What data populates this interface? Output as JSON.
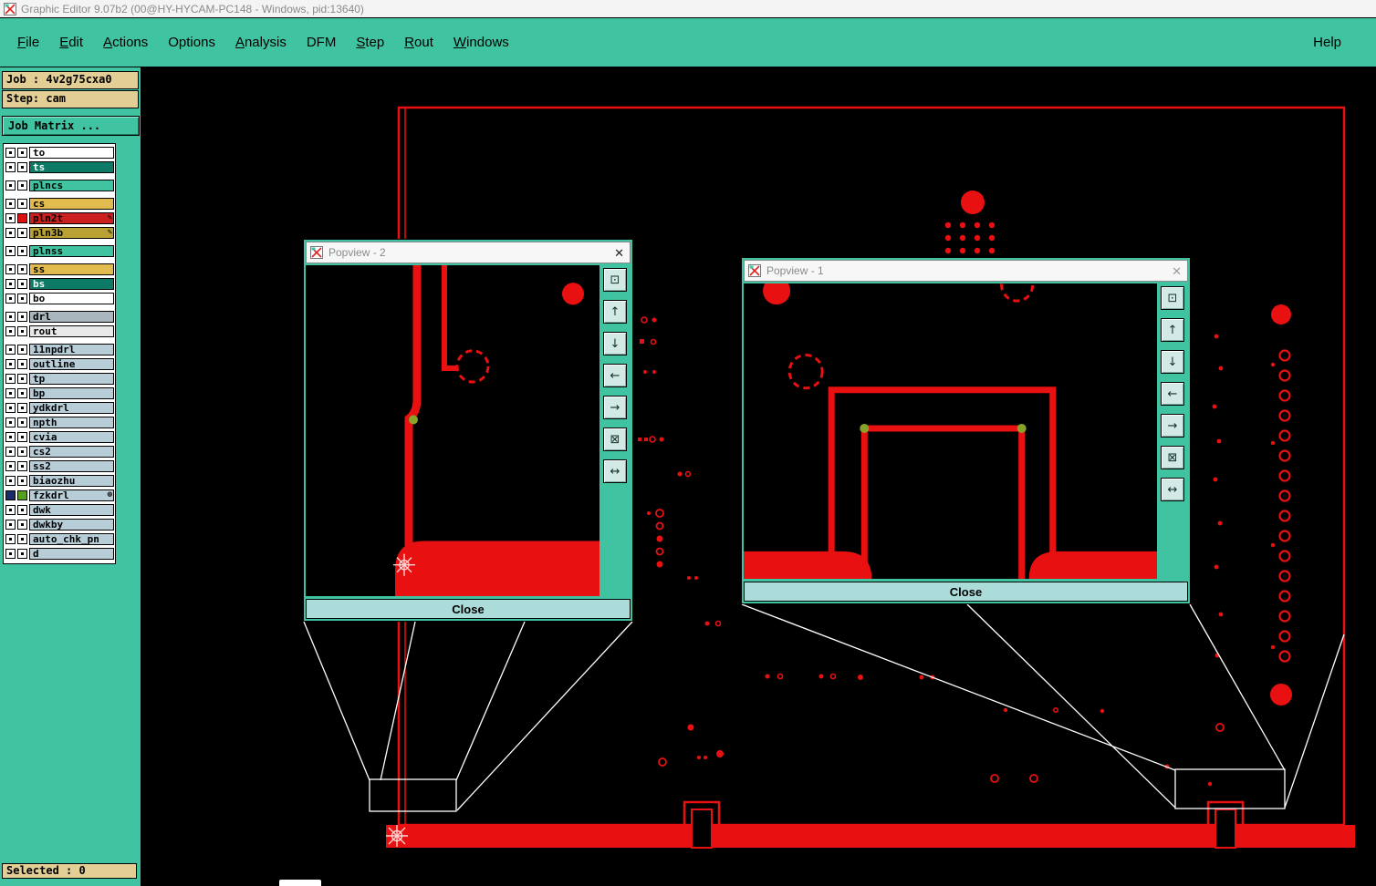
{
  "colors": {
    "teal": "#3fc3a0",
    "red": "#e81010",
    "tan": "#e3cf96",
    "titlebarbg": "#f4f4f4",
    "titletext": "#8b8b8b",
    "btnface": "#d2e9e6",
    "closeface": "#abdcd9",
    "layerblue": "#b7ced9"
  },
  "window": {
    "title": "Graphic Editor 9.07b2 (00@HY-HYCAM-PC148 - Windows, pid:13640)"
  },
  "menu": {
    "items": [
      {
        "name": "menu-file",
        "label": "File",
        "u": 0
      },
      {
        "name": "menu-edit",
        "label": "Edit",
        "u": 0
      },
      {
        "name": "menu-actions",
        "label": "Actions",
        "u": 0
      },
      {
        "name": "menu-options",
        "label": "Options",
        "u": -1
      },
      {
        "name": "menu-analysis",
        "label": "Analysis",
        "u": 0
      },
      {
        "name": "menu-dfm",
        "label": "DFM",
        "u": -1
      },
      {
        "name": "menu-step",
        "label": "Step",
        "u": 0
      },
      {
        "name": "menu-rout",
        "label": "Rout",
        "u": 0
      },
      {
        "name": "menu-windows",
        "label": "Windows",
        "u": 0
      }
    ],
    "help": {
      "label": "Help"
    }
  },
  "sidebar": {
    "job": "Job : 4v2g75cxa0",
    "step": "Step: cam",
    "job_matrix": "Job Matrix ...",
    "selected": "Selected : 0",
    "layers": [
      {
        "name": "layer-to",
        "label": "to",
        "bg": "#ffffff",
        "fg": "#000000"
      },
      {
        "name": "layer-ts",
        "label": "ts",
        "bg": "#0d7a66",
        "fg": "#ffffff"
      },
      {
        "name": "layer-plncs",
        "label": "plncs",
        "bg": "#3fc3a0",
        "fg": "#000000",
        "gap": true
      },
      {
        "name": "layer-cs",
        "label": "cs",
        "bg": "#e2bb4e",
        "fg": "#000000",
        "gap": true
      },
      {
        "name": "layer-pln2t",
        "label": "pln2t",
        "bg": "#cc2020",
        "fg": "#000000",
        "box2": "#dd1111",
        "mark": "✎"
      },
      {
        "name": "layer-pln3b",
        "label": "pln3b",
        "bg": "#b9a233",
        "fg": "#000000",
        "mark": "✎"
      },
      {
        "name": "layer-plnss",
        "label": "plnss",
        "bg": "#3fc3a0",
        "fg": "#000000",
        "gap": true
      },
      {
        "name": "layer-ss",
        "label": "ss",
        "bg": "#e2bb4e",
        "fg": "#000000",
        "gap": true
      },
      {
        "name": "layer-bs",
        "label": "bs",
        "bg": "#0d7a66",
        "fg": "#ffffff"
      },
      {
        "name": "layer-bo",
        "label": "bo",
        "bg": "#ffffff",
        "fg": "#000000"
      },
      {
        "name": "layer-drl",
        "label": "drl",
        "bg": "#aab6be",
        "fg": "#000000",
        "gap": true
      },
      {
        "name": "layer-rout",
        "label": "rout",
        "bg": "#e9e9e9",
        "fg": "#000000"
      },
      {
        "name": "layer-11npdrl",
        "label": "11npdrl",
        "bg": "#b7ced9",
        "fg": "#000000",
        "gap": true
      },
      {
        "name": "layer-outline",
        "label": "outline",
        "bg": "#b7ced9",
        "fg": "#000000"
      },
      {
        "name": "layer-tp",
        "label": "tp",
        "bg": "#b7ced9",
        "fg": "#000000"
      },
      {
        "name": "layer-bp",
        "label": "bp",
        "bg": "#b7ced9",
        "fg": "#000000"
      },
      {
        "name": "layer-ydkdrl",
        "label": "ydkdrl",
        "bg": "#b7ced9",
        "fg": "#000000"
      },
      {
        "name": "layer-npth",
        "label": "npth",
        "bg": "#b7ced9",
        "fg": "#000000"
      },
      {
        "name": "layer-cvia",
        "label": "cvia",
        "bg": "#b7ced9",
        "fg": "#000000"
      },
      {
        "name": "layer-cs2",
        "label": "cs2",
        "bg": "#b7ced9",
        "fg": "#000000"
      },
      {
        "name": "layer-ss2",
        "label": "ss2",
        "bg": "#b7ced9",
        "fg": "#000000"
      },
      {
        "name": "layer-biaozhu",
        "label": "biaozhu",
        "bg": "#b7ced9",
        "fg": "#000000"
      },
      {
        "name": "layer-fzkdrl",
        "label": "fzkdrl",
        "bg": "#b7ced9",
        "fg": "#000000",
        "box1": "#1a2a6a",
        "box2": "#55a020",
        "mark": "⊕"
      },
      {
        "name": "layer-dwk",
        "label": "dwk",
        "bg": "#b7ced9",
        "fg": "#000000"
      },
      {
        "name": "layer-dwkby",
        "label": "dwkby",
        "bg": "#b7ced9",
        "fg": "#000000"
      },
      {
        "name": "layer-auto-chk-pn",
        "label": "auto_chk_pn",
        "bg": "#b7ced9",
        "fg": "#000000"
      },
      {
        "name": "layer-d",
        "label": "d",
        "bg": "#b7ced9",
        "fg": "#000000"
      }
    ]
  },
  "popups": [
    {
      "title": "Popview - 2",
      "close_glyph": "✕",
      "close_label": "Close",
      "buttons": [
        {
          "name": "zoom-window-button",
          "glyph": "⊡"
        },
        {
          "name": "pan-up-button",
          "glyph": "↑"
        },
        {
          "name": "pan-down-button",
          "glyph": "↓"
        },
        {
          "name": "pan-left-button",
          "glyph": "←"
        },
        {
          "name": "pan-right-button",
          "glyph": "→"
        },
        {
          "name": "zoom-fit-button",
          "glyph": "⊠"
        },
        {
          "name": "center-view-button",
          "glyph": "↔"
        }
      ]
    },
    {
      "title": "Popview - 1",
      "close_glyph": "✕",
      "close_label": "Close",
      "buttons": [
        {
          "name": "zoom-window-button",
          "glyph": "⊡"
        },
        {
          "name": "pan-up-button",
          "glyph": "↑"
        },
        {
          "name": "pan-down-button",
          "glyph": "↓"
        },
        {
          "name": "pan-left-button",
          "glyph": "←"
        },
        {
          "name": "pan-right-button",
          "glyph": "→"
        },
        {
          "name": "zoom-fit-button",
          "glyph": "⊠"
        },
        {
          "name": "center-view-button",
          "glyph": "↔"
        }
      ]
    }
  ]
}
